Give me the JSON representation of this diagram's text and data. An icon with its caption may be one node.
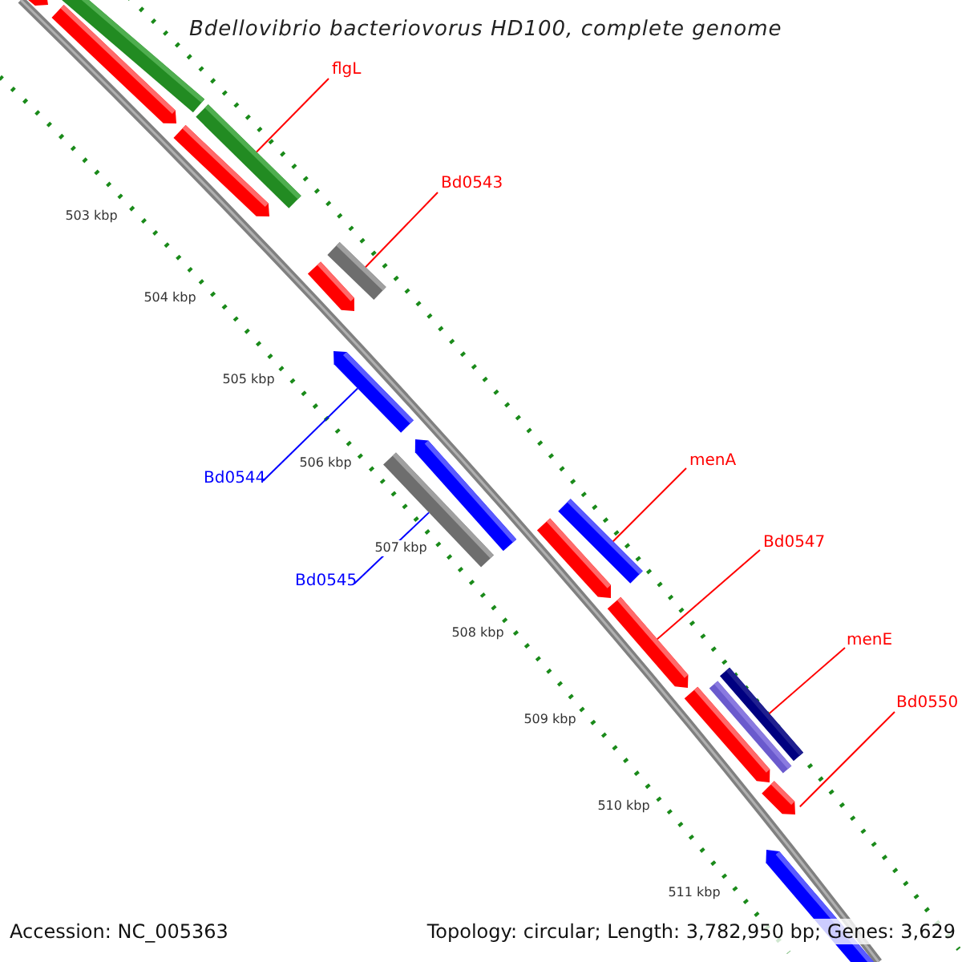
{
  "diagram": {
    "title": "Bdellovibrio bacteriovorus HD100, complete genome",
    "nodes": [
      {
        "text": [
          "flgL"
        ]
      },
      {
        "text": [],
        "shape": "bar"
      },
      {
        "text": [
          "Bd0543"
        ]
      },
      {
        "text": [],
        "shape": "bar"
      },
      {
        "text": [
          "Bd0544"
        ]
      },
      {
        "text": [],
        "shape": "bar"
      },
      {
        "text": [
          "Bd0545"
        ]
      },
      {
        "text": [],
        "shape": "bar"
      },
      {
        "text": [
          "menA"
        ]
      },
      {
        "text": [],
        "shape": "bar"
      },
      {
        "text": [
          "Bd0547"
        ]
      },
      {
        "text": [],
        "shape": "bar"
      },
      {
        "text": [
          "menE"
        ]
      },
      {
        "text": [],
        "shape": "bar"
      },
      {
        "text": [
          "Bd0550"
        ]
      },
      {
        "text": [],
        "shape": "bar"
      }
    ],
    "edges": [
      {
        "from": 0,
        "to": 1,
        "arrow": "none"
      },
      {
        "from": 2,
        "to": 3,
        "arrow": "none"
      },
      {
        "from": 4,
        "to": 5,
        "arrow": "none",
        "color": "#0000ff"
      },
      {
        "from": 6,
        "to": 7,
        "arrow": "none",
        "color": "#0000ff"
      },
      {
        "from": 8,
        "to": 9,
        "arrow": "none"
      },
      {
        "from": 10,
        "to": 11,
        "arrow": "none"
      },
      {
        "from": 12,
        "to": 13,
        "arrow": "none"
      },
      {
        "from": 14,
        "to": 15,
        "arrow": "none"
      }
    ],
    "labels": [
      "503 kbp",
      "504 kbp",
      "505 kbp",
      "506 kbp",
      "507 kbp",
      "508 kbp",
      "509 kbp",
      "510 kbp",
      "511 kbp",
      "Accession: NC_005363",
      "Topology: circular; Length: 3,782,950 bp; Genes: 3,629"
    ]
  }
}
